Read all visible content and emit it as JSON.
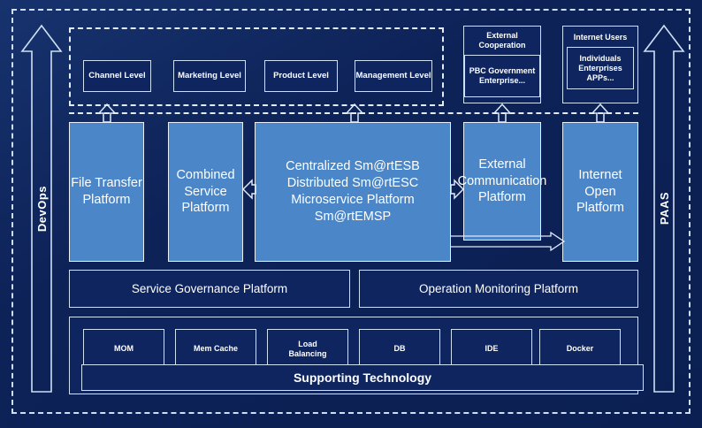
{
  "diagram": {
    "title": "Enterprise Service Platform Architecture",
    "colors": {
      "background": "#0d2257",
      "panel": "#0e2560",
      "accent_blue": "#4a86c8",
      "stroke": "#cfe0f5",
      "text": "#ffffff"
    },
    "left_arrow": {
      "label": "DevOps"
    },
    "right_arrow": {
      "label": "PAAS"
    },
    "business_levels": [
      {
        "label": "Channel Level"
      },
      {
        "label": "Marketing Level"
      },
      {
        "label": "Product Level"
      },
      {
        "label": "Management Level"
      }
    ],
    "external_cooperation": {
      "title": "External Cooperation",
      "inner": "PBC Government Enterprise..."
    },
    "internet_users": {
      "title": "Internet Users",
      "inner": "Individuals Enterprises APPs..."
    },
    "platforms": [
      {
        "label": "File Transfer Platform"
      },
      {
        "label": "Combined Service Platform"
      },
      {
        "label": "Centralized Sm@rtESB\nDistributed Sm@rtESC\nMicroservice Platform Sm@rtEMSP"
      },
      {
        "label": "External Communication Platform"
      },
      {
        "label": "Internet Open Platform"
      }
    ],
    "governance": [
      {
        "label": "Service Governance Platform"
      },
      {
        "label": "Operation Monitoring Platform"
      }
    ],
    "supporting_components": [
      {
        "label": "MOM"
      },
      {
        "label": "Mem Cache"
      },
      {
        "label": "Load Balancing"
      },
      {
        "label": "DB"
      },
      {
        "label": "IDE"
      },
      {
        "label": "Docker"
      }
    ],
    "supporting_bar": {
      "label": "Supporting Technology"
    }
  }
}
